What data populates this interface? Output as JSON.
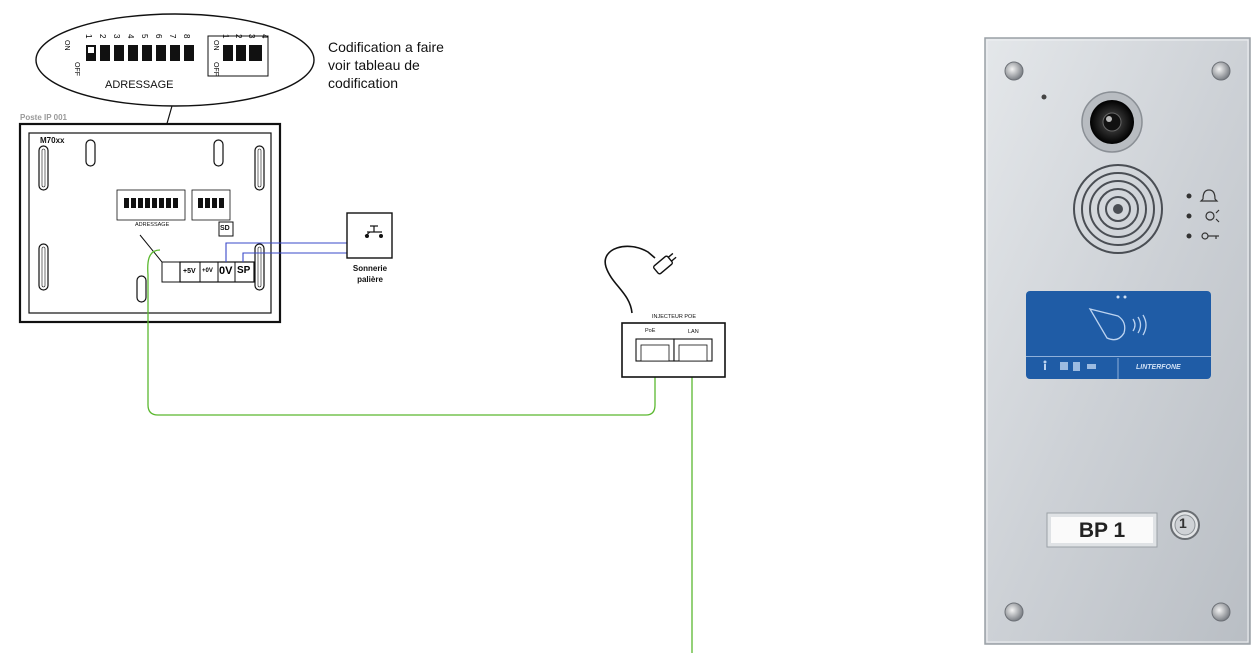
{
  "colors": {
    "line": "#111111",
    "green_cable": "#5bb82f",
    "blue_wire": "#3a48c8",
    "panel_metal": "#cfd3d8",
    "badge_blue": "#1f5ca6",
    "text_gray": "#999999"
  },
  "dip_zoom": {
    "left_switch": {
      "on_label": "ON",
      "off_label": "OFF",
      "numbers": [
        "1",
        "2",
        "3",
        "4",
        "5",
        "6",
        "7",
        "8"
      ]
    },
    "right_switch": {
      "on_label": "ON",
      "off_label": "OFF",
      "numbers": [
        "1",
        "2",
        "3",
        "4"
      ]
    },
    "caption": "ADRESSAGE"
  },
  "note": {
    "line1": "Codification a faire",
    "line2": "voir tableau de",
    "line3": "codification"
  },
  "monitor": {
    "station_label": "Poste IP  001",
    "model": "M70xx",
    "dip_caption": "ADRESSAGE",
    "sd_label": "SD",
    "terminals": [
      "+5V",
      "+0V",
      "0V",
      "SP"
    ]
  },
  "doorbell": {
    "label_line1": "Sonnerie",
    "label_line2": "palière"
  },
  "injector": {
    "title": "INJECTEUR POE",
    "port_poe": "PoE",
    "port_lan": "LAN"
  },
  "door_panel": {
    "button_label": "BP 1",
    "button_number": "1",
    "brand": "LINTERFONE"
  }
}
